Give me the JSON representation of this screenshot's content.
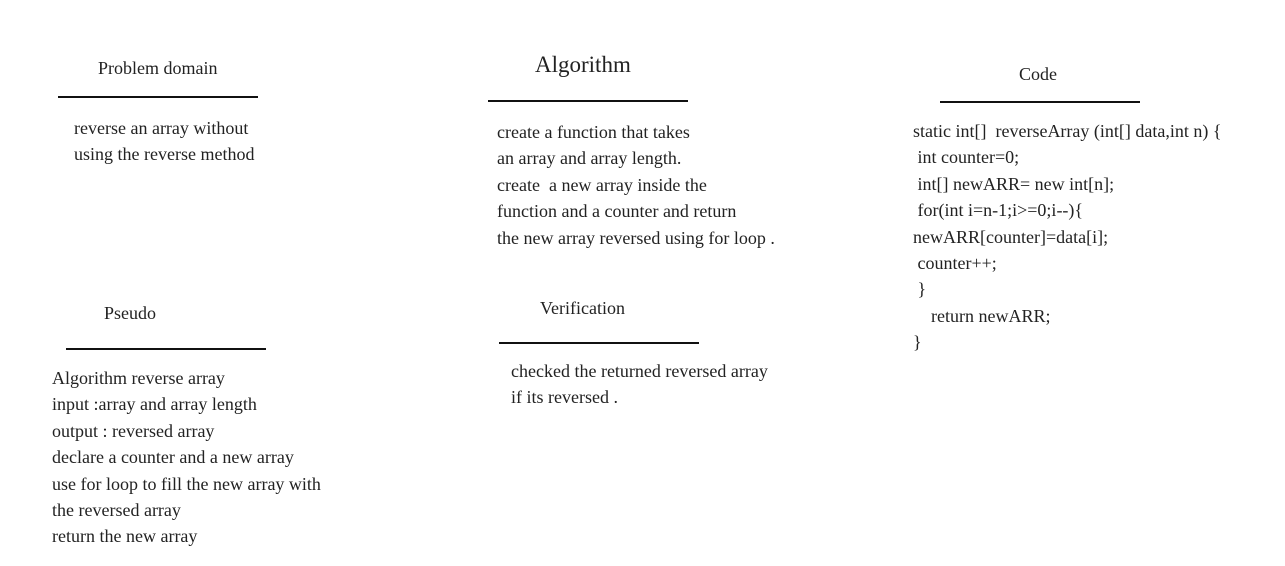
{
  "sections": {
    "problem_domain": {
      "title": "Problem domain",
      "lines": [
        "reverse an array without",
        "using the reverse method"
      ]
    },
    "algorithm": {
      "title": "Algorithm",
      "lines": [
        "create a function that takes",
        "an array and array length.",
        "create  a new array inside the",
        "function and a counter and return",
        "the new array reversed using for loop ."
      ]
    },
    "code": {
      "title": "Code",
      "lines": [
        "static int[]  reverseArray (int[] data,int n) {",
        " int counter=0;",
        " int[] newARR= new int[n];",
        " for(int i=n-1;i>=0;i--){",
        "newARR[counter]=data[i];",
        " counter++;",
        " }",
        "    return newARR;",
        "}"
      ]
    },
    "pseudo": {
      "title": "Pseudo",
      "lines": [
        "Algorithm reverse array",
        "input :array and array length",
        "output : reversed array",
        "declare a counter and a new array",
        "use for loop to fill the new array with",
        "the reversed array",
        "return the new array"
      ]
    },
    "verification": {
      "title": "Verification",
      "lines": [
        "checked the returned reversed array",
        "if its reversed ."
      ]
    }
  }
}
